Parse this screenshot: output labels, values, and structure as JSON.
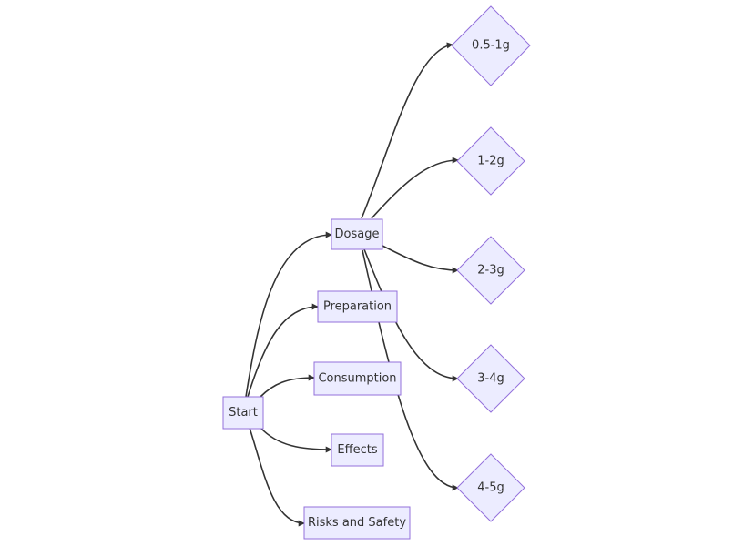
{
  "diagram": {
    "type": "flowchart",
    "nodes": {
      "start": "Start",
      "dosage": "Dosage",
      "preparation": "Preparation",
      "consumption": "Consumption",
      "effects": "Effects",
      "risks": "Risks and Safety",
      "dose_1": "0.5-1g",
      "dose_2": "1-2g",
      "dose_3": "2-3g",
      "dose_4": "3-4g",
      "dose_5": "4-5g"
    },
    "edges": [
      [
        "start",
        "dosage"
      ],
      [
        "start",
        "preparation"
      ],
      [
        "start",
        "consumption"
      ],
      [
        "start",
        "effects"
      ],
      [
        "start",
        "risks"
      ],
      [
        "dosage",
        "dose_1"
      ],
      [
        "dosage",
        "dose_2"
      ],
      [
        "dosage",
        "dose_3"
      ],
      [
        "dosage",
        "dose_4"
      ],
      [
        "dosage",
        "dose_5"
      ]
    ],
    "colors": {
      "node_fill": "#ECECFF",
      "node_border": "#9370DB",
      "edge": "#333333",
      "text": "#333333"
    }
  }
}
